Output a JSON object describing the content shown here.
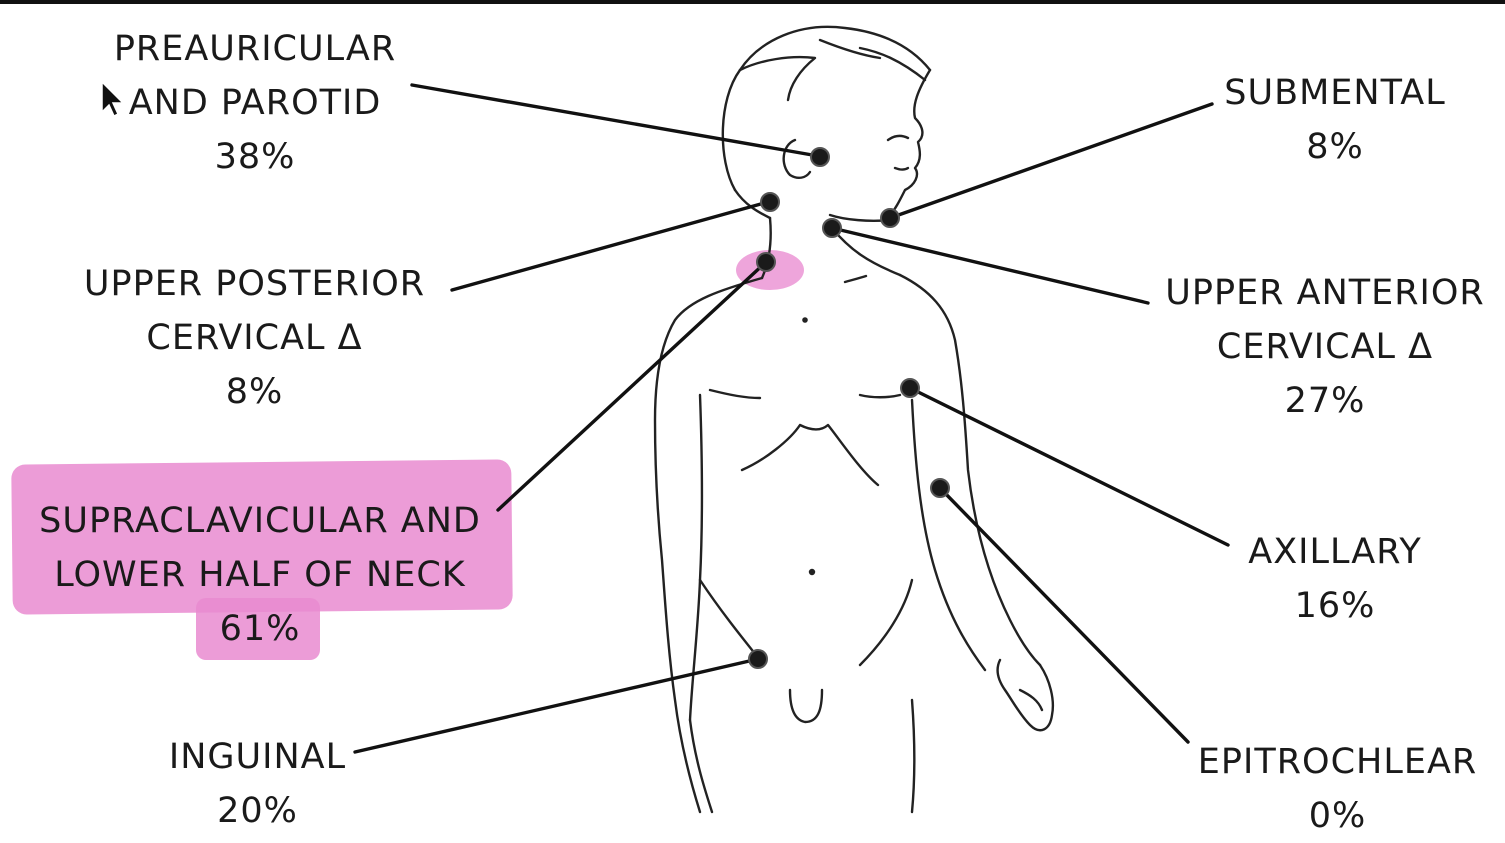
{
  "highlight_color": "#e98bd0",
  "line_color": "#111111",
  "labels": {
    "preauricular": {
      "line1": "PREAURICULAR",
      "line2": "AND PAROTID",
      "pct": "38%"
    },
    "submental": {
      "line1": "SUBMENTAL",
      "pct": "8%"
    },
    "upper_posterior": {
      "line1": "UPPER POSTERIOR",
      "line2": "CERVICAL Δ",
      "pct": "8%"
    },
    "upper_anterior": {
      "line1": "UPPER ANTERIOR",
      "line2": "CERVICAL Δ",
      "pct": "27%"
    },
    "supraclavicular": {
      "line1": "SUPRACLAVICULAR AND",
      "line2": "LOWER HALF OF NECK",
      "pct": "61%"
    },
    "axillary": {
      "line1": "AXILLARY",
      "pct": "16%"
    },
    "inguinal": {
      "line1": "INGUINAL",
      "pct": "20%"
    },
    "epitrochlear": {
      "line1": "EPITROCHLEAR",
      "pct": "0%"
    }
  },
  "icons": {
    "cursor": "arrow-cursor-icon",
    "node": "lymph-node-dot"
  }
}
